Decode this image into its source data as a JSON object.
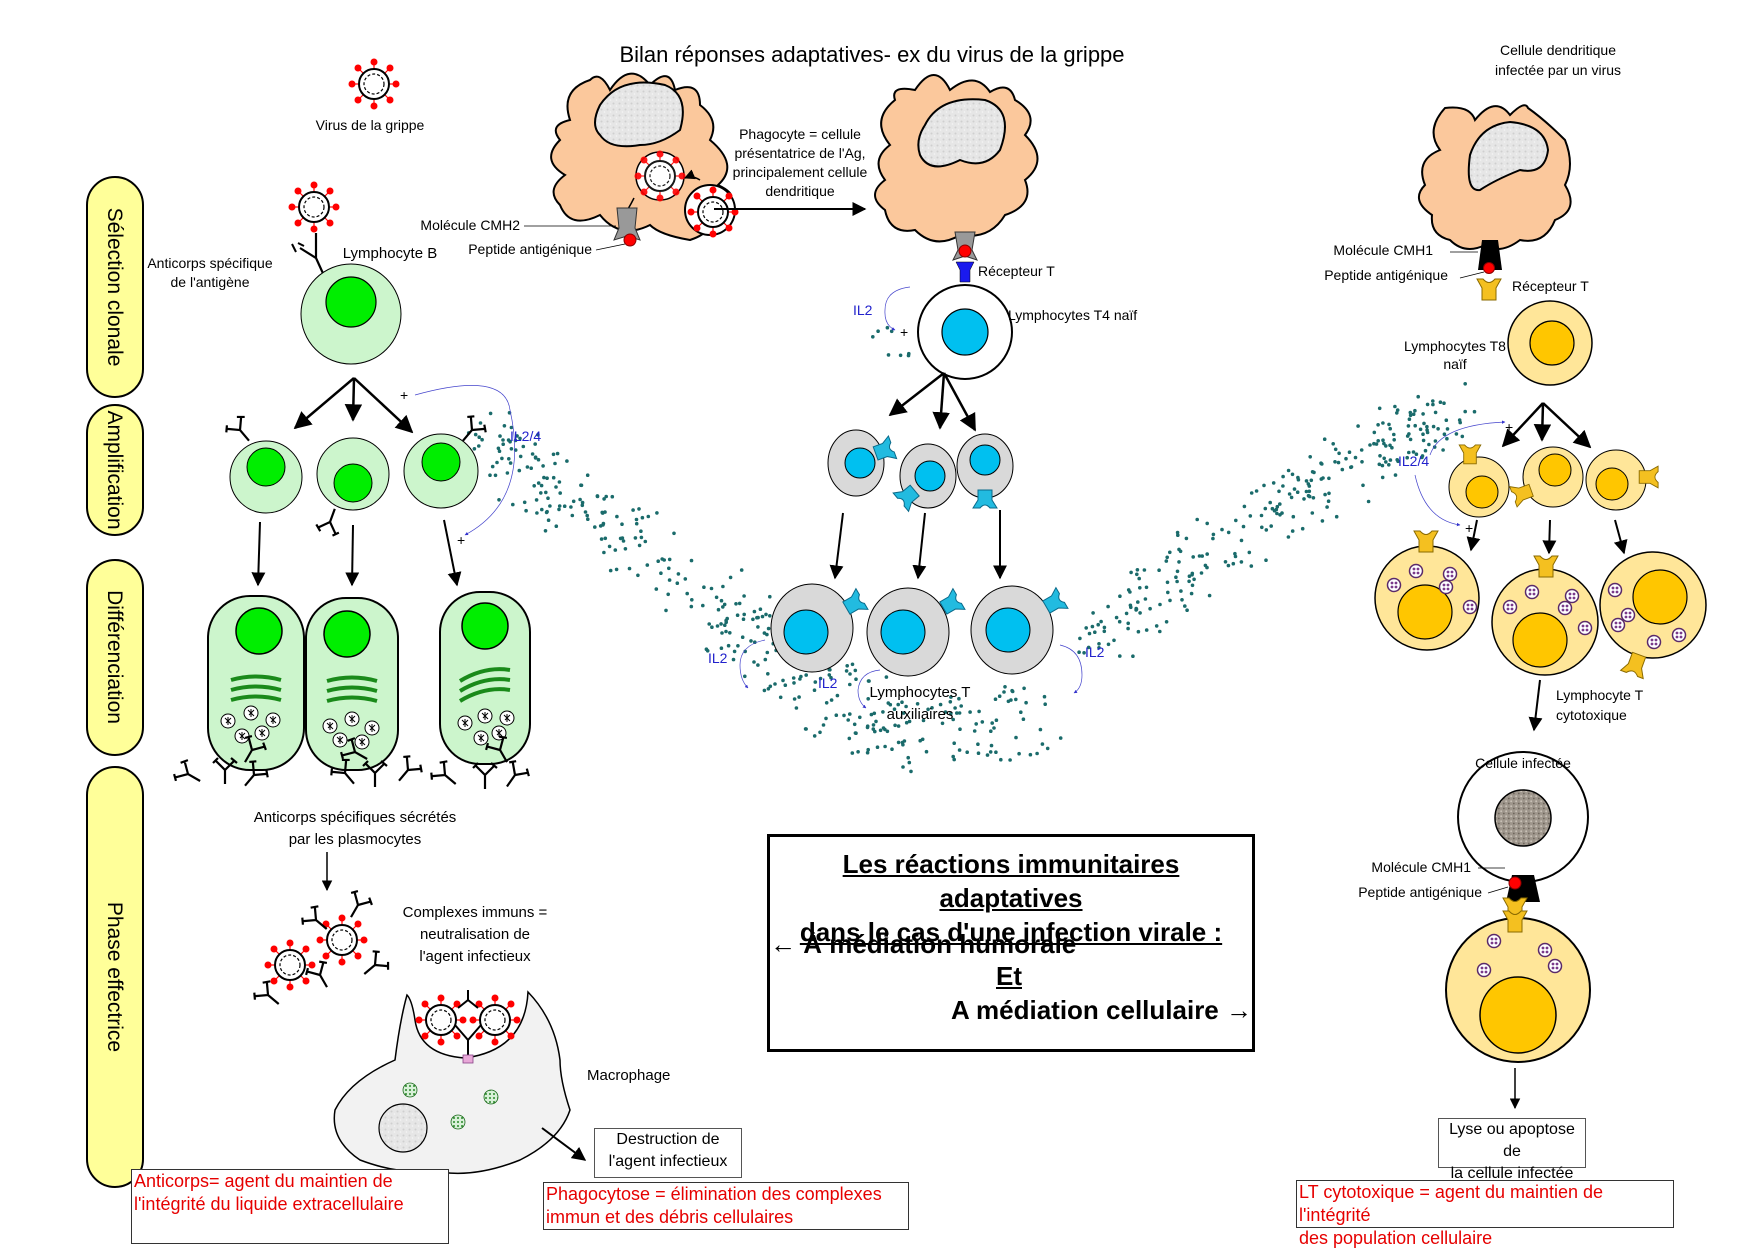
{
  "title": "Bilan réponses adaptatives- ex du virus de la grippe",
  "phases": [
    {
      "label": "Sélection clonale"
    },
    {
      "label": "Amplification"
    },
    {
      "label": "Différenciation"
    },
    {
      "label": "Phase effectrice"
    }
  ],
  "humoral": {
    "virus_label": "Virus de la grippe",
    "antibody_label_line1": "Anticorps spécifique",
    "antibody_label_line2": "de l'antigène",
    "lymphocyte_b_label": "Lymphocyte B",
    "il_amplification": "IL2/4",
    "plus": "+",
    "secreted_line1": "Anticorps spécifiques sécrétés",
    "secreted_line2": "par les plasmocytes",
    "complexes_line1": "Complexes immuns =",
    "complexes_line2": "neutralisation de",
    "complexes_line3": "l'agent infectieux",
    "macrophage_label": "Macrophage",
    "destruction_line1": "Destruction de",
    "destruction_line2": "l'agent infectieux",
    "conclusion_line1": "Anticorps= agent du maintien de",
    "conclusion_line2": "l'intégrité du liquide extracellulaire",
    "phagocytose_line1": "Phagocytose = élimination des complexes",
    "phagocytose_line2": "immun et des débris cellulaires"
  },
  "center": {
    "phagocyte_line1": "Phagocyte = cellule",
    "phagocyte_line2": "présentatrice de l'Ag,",
    "phagocyte_line3": "principalement cellule",
    "phagocyte_line4": "dendritique",
    "cmh2_label": "Molécule CMH2",
    "peptide_label": "Peptide antigénique",
    "receptor_label": "Récepteur T",
    "t4_label": "Lymphocytes T4 naïf",
    "il2": "IL2",
    "helper_line1": "Lymphocytes T",
    "helper_line2": "auxiliaires"
  },
  "cellular": {
    "dendritic_line1": "Cellule dendritique",
    "dendritic_line2": "infectée par un virus",
    "cmh1_label": "Molécule CMH1",
    "peptide_label": "Peptide antigénique",
    "receptor_label": "Récepteur T",
    "t8_line1": "Lymphocytes T8",
    "t8_line2": "naïf",
    "il_amplification": "IL2/4",
    "cytotoxic_line1": "Lymphocyte T",
    "cytotoxic_line2": "cytotoxique",
    "infected_cell_label": "Cellule infectée",
    "cmh1_label_2": "Molécule CMH1",
    "peptide_label_2": "Peptide antigénique",
    "lysis_line1": "Lyse ou apoptose de",
    "lysis_line2": "la cellule infectée",
    "conclusion_line1": "LT cytotoxique = agent du maintien de l'intégrité",
    "conclusion_line2": "des population cellulaire"
  },
  "summary": {
    "title_line1": "Les réactions immunitaires adaptatives",
    "title_line2": "dans le cas d'une infection virale :",
    "humoral": "← À médiation humorale",
    "and": "Et",
    "cellular": "A médiation cellulaire →"
  },
  "colors": {
    "b_cell_cytoplasm": "#ccf5cc",
    "b_cell_nucleus": "#00ee00",
    "t4_nucleus": "#00c0f0",
    "t4_cytoplasm": "#d9d9d9",
    "t8_cytoplasm": "#ffe699",
    "t8_nucleus": "#ffc600",
    "dendritic": "#fbc89c",
    "phase_bg": "#ffff99",
    "virus_spike": "#ff0000",
    "cytokine": "#1a6b6b",
    "conclusion_text": "#e60000"
  }
}
